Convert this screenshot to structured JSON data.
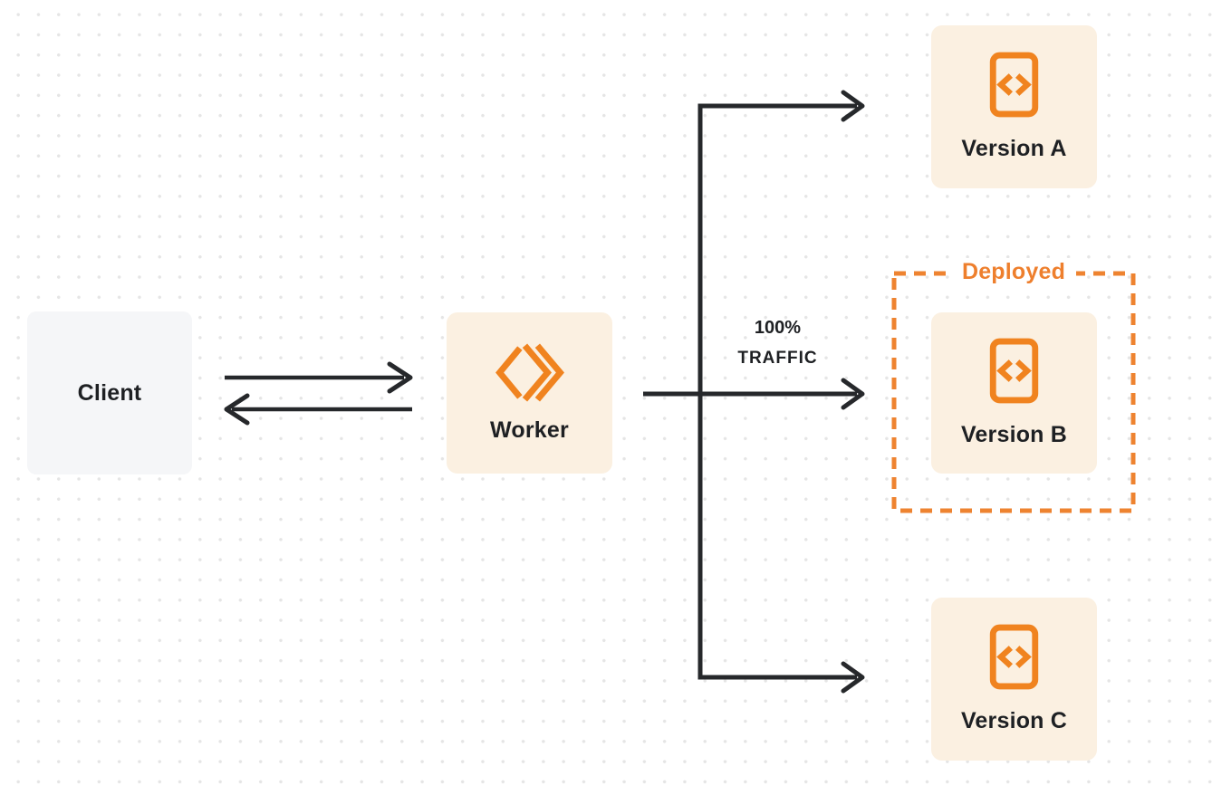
{
  "diagram": {
    "nodes": {
      "client": {
        "label": "Client"
      },
      "worker": {
        "label": "Worker",
        "icon": "workers-logo-icon"
      },
      "version_a": {
        "label": "Version A",
        "icon": "code-file-icon"
      },
      "version_b": {
        "label": "Version B",
        "icon": "code-file-icon"
      },
      "version_c": {
        "label": "Version C",
        "icon": "code-file-icon"
      }
    },
    "annotations": {
      "deployed": {
        "label": "Deployed",
        "applies_to": "version_b"
      },
      "traffic": {
        "line1": "100%",
        "line2": "TRAFFIC",
        "applies_to_edge": "worker-to-version_b"
      }
    },
    "edges": [
      {
        "from": "client",
        "to": "worker",
        "direction": "bidirectional"
      },
      {
        "from": "worker",
        "to": "version_a"
      },
      {
        "from": "worker",
        "to": "version_b",
        "label": "100% TRAFFIC"
      },
      {
        "from": "worker",
        "to": "version_c"
      }
    ],
    "colors": {
      "orange": "#f0831f",
      "orange_text": "#ee7f2d",
      "node_cream": "#fbf0e1",
      "client_gray": "#f5f6f8",
      "line_dark": "#26282b",
      "text_dark": "#1e2023",
      "dot_grid": "#e5e5e5",
      "background": "#ffffff"
    }
  }
}
